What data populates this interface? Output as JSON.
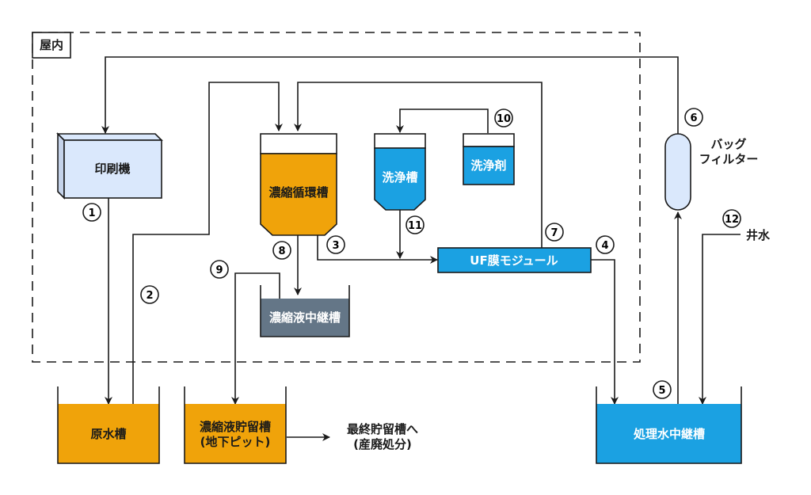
{
  "region_label": "屋内",
  "colors": {
    "orange": "#F0A30A",
    "blue": "#1BA1E2",
    "light_blue": "#DAE8FC",
    "slate": "#647687",
    "line": "#1a1a1a"
  },
  "nodes": {
    "printer": "印刷機",
    "raw_water_tank": "原水槽",
    "concentrate_circulation_tank": "濃縮循環槽",
    "wash_tank": "洗浄槽",
    "detergent": "洗浄剤",
    "uf_module": "UF膜モジュール",
    "concentrate_relay_tank": "濃縮液中継槽",
    "concentrate_storage_tank_line1": "濃縮液貯留槽",
    "concentrate_storage_tank_line2": "(地下ピット)",
    "treated_water_relay_tank": "処理水中継槽",
    "bag_filter_line1": "バッグ",
    "bag_filter_line2": "フィルター",
    "well_water": "井水",
    "final_storage_line1": "最終貯留槽へ",
    "final_storage_line2": "(産廃処分)"
  },
  "markers": [
    "1",
    "2",
    "3",
    "4",
    "5",
    "6",
    "7",
    "8",
    "9",
    "10",
    "11",
    "12"
  ]
}
